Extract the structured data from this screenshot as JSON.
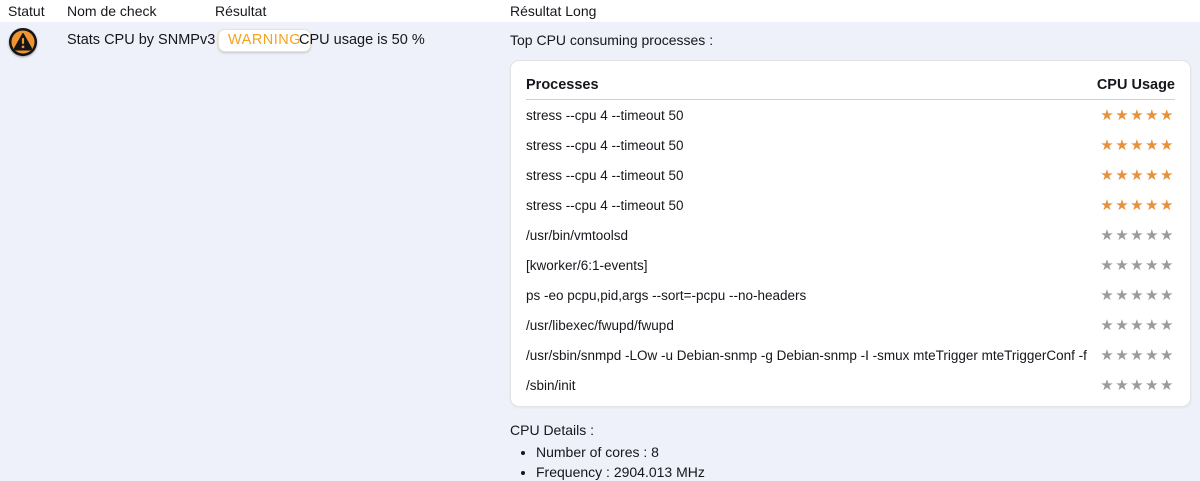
{
  "columns": {
    "statut": "Statut",
    "nom_de_check": "Nom de check",
    "resultat": "Résultat",
    "resultat_long": "Résultat Long"
  },
  "check": {
    "name": "Stats CPU by SNMPv3",
    "status": "WARNING",
    "status_icon": "warning-circle-icon",
    "result": "CPU usage is 50 %"
  },
  "long_output": {
    "title": "Top CPU consuming processes :",
    "table": {
      "col_process": "Processes",
      "col_usage": "CPU Usage",
      "star_glyph": "★",
      "rows": [
        {
          "process": "stress --cpu 4 --timeout 50",
          "stars": 5,
          "max": 5
        },
        {
          "process": "stress --cpu 4 --timeout 50",
          "stars": 5,
          "max": 5
        },
        {
          "process": "stress --cpu 4 --timeout 50",
          "stars": 5,
          "max": 5
        },
        {
          "process": "stress --cpu 4 --timeout 50",
          "stars": 5,
          "max": 5
        },
        {
          "process": "/usr/bin/vmtoolsd",
          "stars": 0,
          "max": 5
        },
        {
          "process": "[kworker/6:1-events]",
          "stars": 0,
          "max": 5
        },
        {
          "process": "ps -eo pcpu,pid,args --sort=-pcpu --no-headers",
          "stars": 0,
          "max": 5
        },
        {
          "process": "/usr/libexec/fwupd/fwupd",
          "stars": 0,
          "max": 5
        },
        {
          "process": "/usr/sbin/snmpd -LOw -u Debian-snmp -g Debian-snmp -I -smux mteTrigger mteTriggerConf -f",
          "stars": 0,
          "max": 5
        },
        {
          "process": "/sbin/init",
          "stars": 0,
          "max": 5
        }
      ]
    },
    "details": {
      "title": "CPU Details :",
      "items": [
        "Number of cores : 8",
        "Frequency : 2904.013 MHz"
      ]
    }
  },
  "colors": {
    "page_background": "#eef0fa",
    "warning_text": "#f5a31d",
    "status_icon_orange": "#ef9434",
    "status_icon_dark": "#151515",
    "star_active": "#e8913c",
    "star_inactive": "#9b9b9b"
  }
}
